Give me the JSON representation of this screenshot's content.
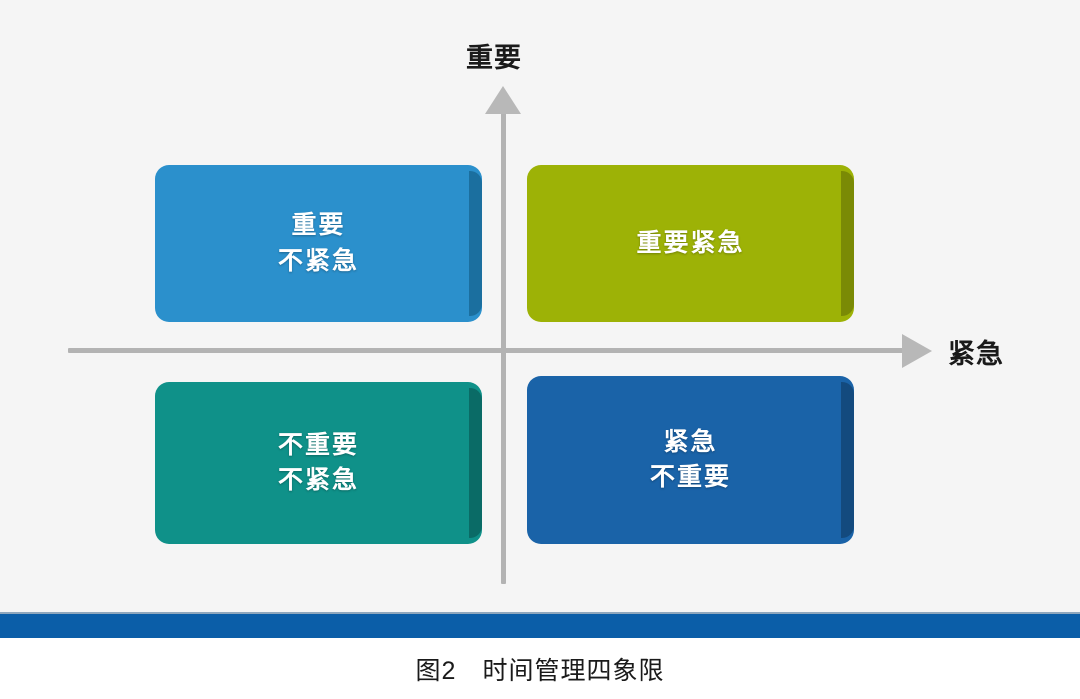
{
  "figure": {
    "caption": "图2　时间管理四象限",
    "background_color": "#f5f5f5",
    "page_color": "#ffffff",
    "bottom_bar_color": "#0b5ea8"
  },
  "axes": {
    "vertical_label": "重要",
    "horizontal_label": "紧急",
    "axis_color": "#b3b3b3"
  },
  "chart_data": {
    "type": "scatter",
    "title": "图2　时间管理四象限",
    "xlabel": "紧急",
    "ylabel": "重要",
    "quadrants": [
      {
        "position": "top-left",
        "lines": [
          "重要",
          "不紧急"
        ],
        "color": "#2b90cc",
        "shadow_color": "#1b6f9f",
        "urgent": false,
        "important": true
      },
      {
        "position": "top-right",
        "lines": [
          "重要紧急"
        ],
        "color": "#9db206",
        "shadow_color": "#7a8a05",
        "urgent": true,
        "important": true
      },
      {
        "position": "bottom-left",
        "lines": [
          "不重要",
          "不紧急"
        ],
        "color": "#0f9189",
        "shadow_color": "#0a6b66",
        "urgent": false,
        "important": false
      },
      {
        "position": "bottom-right",
        "lines": [
          "紧急",
          "不重要"
        ],
        "color": "#1a63a8",
        "shadow_color": "#134a7e",
        "urgent": true,
        "important": false
      }
    ]
  }
}
